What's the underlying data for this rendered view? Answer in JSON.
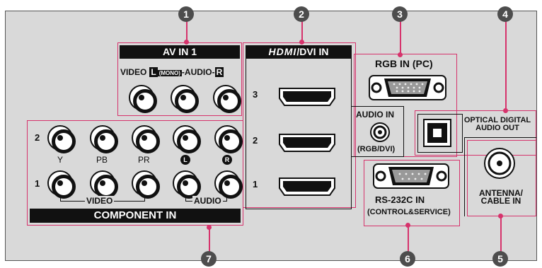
{
  "callouts": [
    "1",
    "2",
    "3",
    "4",
    "5",
    "6",
    "7"
  ],
  "av_in": {
    "title": "AV IN 1",
    "video": "VIDEO",
    "l": "L",
    "mono": "(MONO)",
    "audio": "-AUDIO-",
    "r": "R"
  },
  "hdmi": {
    "logo": "HDMI",
    "suffix": "/DVI IN",
    "ports": [
      "3",
      "2",
      "1"
    ]
  },
  "rgb": {
    "title": "RGB IN (PC)"
  },
  "audio_in": {
    "title": "AUDIO IN",
    "sub": "(RGB/DVI)"
  },
  "optical": {
    "line1": "OPTICAL DIGITAL",
    "line2": "AUDIO OUT"
  },
  "antenna": {
    "line1": "ANTENNA/",
    "line2": "CABLE IN"
  },
  "rs232": {
    "title": "RS-232C IN",
    "sub": "(CONTROL&SERVICE)"
  },
  "component": {
    "title": "COMPONENT IN",
    "row2": "2",
    "row1": "1",
    "y": "Y",
    "pb": "PB",
    "pr": "PR",
    "l": "L",
    "r": "R",
    "video": "VIDEO",
    "audio": "AUDIO"
  },
  "colors": {
    "callout_line": "#d6336c",
    "panel": "#d9d9d9",
    "callout_bg": "#4d4d4d"
  }
}
